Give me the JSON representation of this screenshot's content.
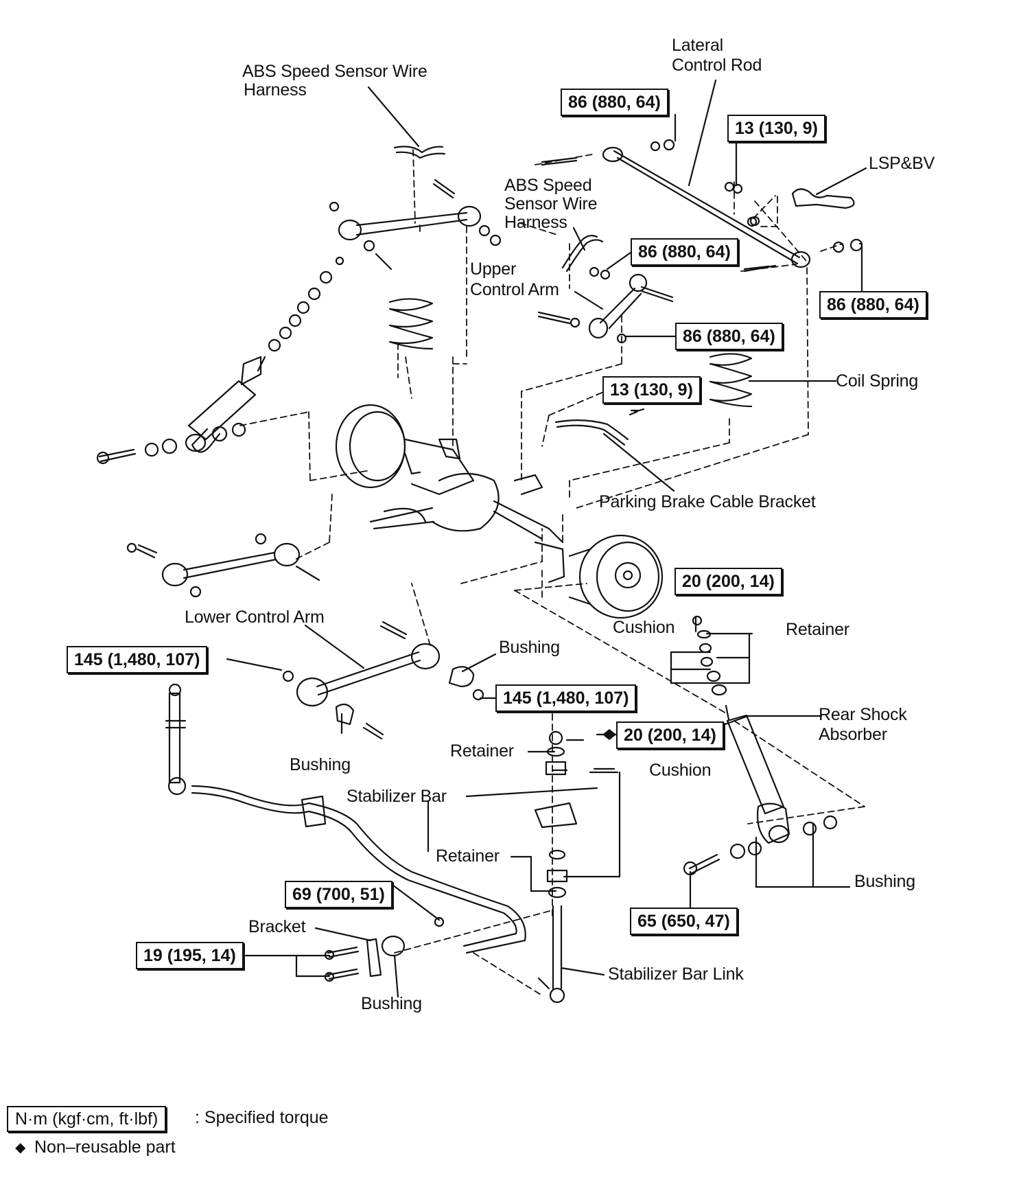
{
  "labels": {
    "lateral_control_rod": [
      "Lateral",
      "Control Rod"
    ],
    "abs_harness_top": [
      "ABS Speed Sensor Wire",
      "Harness"
    ],
    "abs_harness_right": [
      "ABS Speed",
      "Sensor Wire",
      "Harness"
    ],
    "lspbv": "LSP&BV",
    "upper_control_arm": [
      "Upper",
      "Control Arm"
    ],
    "coil_spring": "Coil Spring",
    "parking_brake_bracket": "Parking Brake Cable Bracket",
    "lower_control_arm": "Lower Control Arm",
    "bushing_lower_arm_right": "Bushing",
    "bushing_lower_arm_below": "Bushing",
    "cushion_top": "Cushion",
    "retainer_top": "Retainer",
    "rear_shock_absorber": [
      "Rear Shock",
      "Absorber"
    ],
    "retainer_mid": "Retainer",
    "cushion_mid": "Cushion",
    "stabilizer_bar": "Stabilizer Bar",
    "retainer_low": "Retainer",
    "bushing_shock": "Bushing",
    "bracket": "Bracket",
    "bushing_stab": "Bushing",
    "stabilizer_bar_link": "Stabilizer Bar Link"
  },
  "torques": {
    "lateral_rod_left": "86 (880, 64)",
    "lspbv_bolt": "13 (130, 9)",
    "upper_arm_upper": "86 (880, 64)",
    "lateral_rod_right": "86 (880, 64)",
    "upper_arm_lower": "86 (880, 64)",
    "parking_bracket_bolt": "13 (130, 9)",
    "shock_upper_nut": "20 (200, 14)",
    "lower_arm_left": "145 (1,480, 107)",
    "lower_arm_right": "145 (1,480, 107)",
    "link_upper_nut": "20 (200, 14)",
    "stab_bracket_bolt": "69 (700, 51)",
    "bracket_bolts": "19 (195, 14)",
    "shock_lower_bolt": "65 (650, 47)"
  },
  "legend": {
    "torque_unit": "N·m (kgf·cm, ft·lbf)",
    "torque_meaning": ": Specified torque",
    "nonreusable_symbol": "◆",
    "nonreusable_meaning": "Non–reusable part"
  }
}
